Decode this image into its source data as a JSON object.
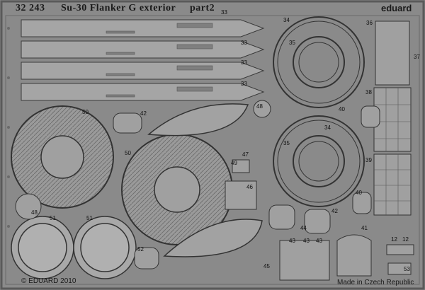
{
  "header": {
    "set_number": "32 243",
    "title": "Su-30 Flanker G exterior",
    "part": "part2",
    "brand": "eduard"
  },
  "footer": {
    "copyright": "© EDUARD 2010",
    "origin": "Made in Czech Republic"
  },
  "part_numbers": [
    "33",
    "33",
    "33",
    "33",
    "34",
    "35",
    "36",
    "37",
    "38",
    "39",
    "34",
    "35",
    "40",
    "40",
    "41",
    "42",
    "42",
    "44",
    "45",
    "46",
    "47",
    "48",
    "48",
    "49",
    "50",
    "50",
    "51",
    "51",
    "52",
    "53",
    "12",
    "12",
    "43",
    "43",
    "43"
  ],
  "colors": {
    "sheet": "#8a8a8a",
    "etch_dark": "#4a4a4a",
    "etch_light": "#b8b8b8"
  }
}
